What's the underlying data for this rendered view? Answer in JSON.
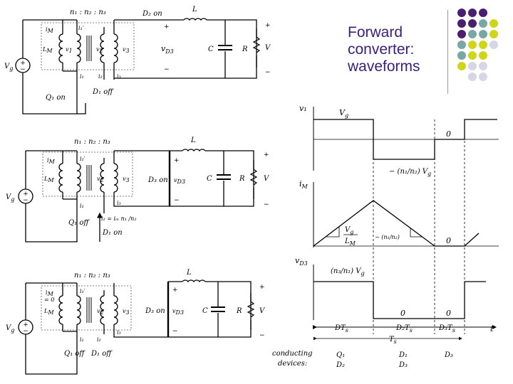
{
  "title": {
    "line1": "Forward",
    "line2": "converter:",
    "line3": "waveforms"
  },
  "decor_dot_colors": [
    [
      "#4b1f6f",
      "#4b1f6f",
      "#4b1f6f",
      null
    ],
    [
      "#4b1f6f",
      "#4b1f6f",
      "#78a7a6",
      "#cfd61a"
    ],
    [
      "#4b1f6f",
      "#78a7a6",
      "#78a7a6",
      "#cfd61a"
    ],
    [
      "#78a7a6",
      "#cfd61a",
      "#cfd61a",
      "#d6d6e6"
    ],
    [
      "#78a7a6",
      "#cfd61a",
      "#cfd61a",
      null
    ],
    [
      "#cfd61a",
      "#d6d6e6",
      "#d6d6e6",
      null
    ],
    [
      null,
      "#d6d6e6",
      "#d6d6e6",
      null
    ]
  ],
  "circuits": {
    "c1": {
      "ratio": "n₁ : n₂ : n₃",
      "d2": "D₂ on",
      "q1": "Q₁ on",
      "d1": "D₁ off"
    },
    "c2": {
      "ratio": "n₁ : n₂ : n₃",
      "d3": "D₃ on",
      "q1": "Q₁ off",
      "d1": "D₁ on",
      "i2eq": "i₂ = iₘ n₁ /n₂"
    },
    "c3": {
      "ratio": "n₁ : n₂ : n₃",
      "im0": "= 0",
      "d3": "D₃ on",
      "q1": "Q₁ off",
      "d1": "D₁ off"
    }
  },
  "common": {
    "L": "L",
    "C": "C",
    "R": "R",
    "V": "V",
    "Vg": "V",
    "g": "g",
    "iM": "i",
    "M": "M",
    "LM": "L",
    "v1": "v",
    "v2": "v",
    "v3": "v",
    "i1p": "i₁′",
    "i1": "i₁",
    "i2": "i₂",
    "i3": "i₃",
    "vD3": "v",
    "D3sub": "D3"
  },
  "waveforms": {
    "v1_axis": "v₁",
    "v1_high": "V",
    "v1_zero": "0",
    "v1_neg": "− (n₁/n₂) V",
    "iM_axis": "i",
    "iM_slope_up_num": "V",
    "iM_slope_up_den": "L",
    "iM_slope_dn": "− (n₁/n₂)",
    "iM_zero": "0",
    "vD3_axis": "v",
    "vD3_high": "(n₃/n₁) V",
    "vD3_zero1": "0",
    "vD3_zero2": "0",
    "t": "t",
    "DTs": "DT",
    "D2Ts": "D₂T",
    "D3Ts": "D₃T",
    "Ts": "T",
    "s": "s",
    "conducting": "conducting",
    "devices": "devices:",
    "cond_1a": "Q₁",
    "cond_1b": "D₂",
    "cond_2a": "D₁",
    "cond_2b": "D₃",
    "cond_3a": "D₃"
  }
}
